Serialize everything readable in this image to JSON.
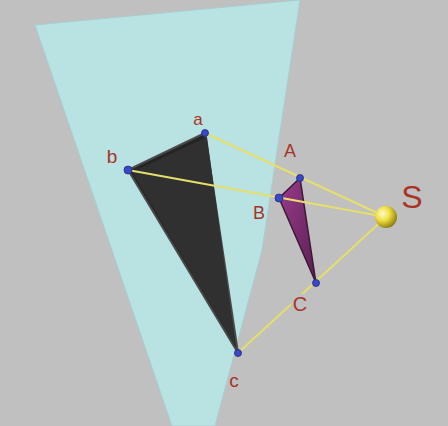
{
  "diagram": {
    "labels": [
      "a",
      "b",
      "c",
      "A",
      "B",
      "C",
      "S"
    ]
  }
}
